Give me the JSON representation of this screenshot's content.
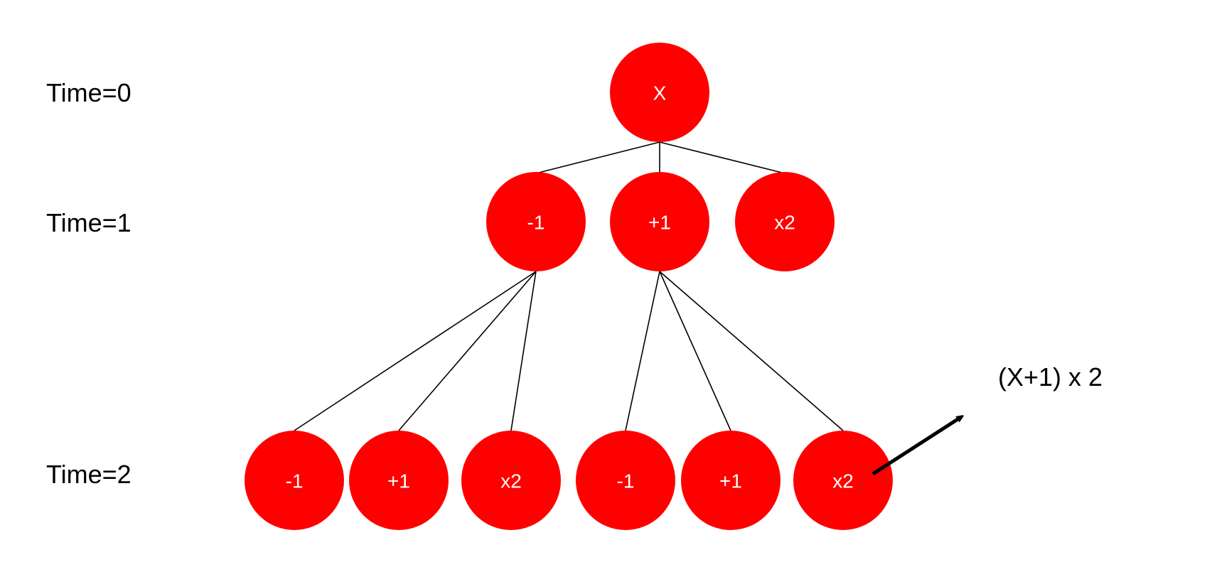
{
  "colors": {
    "node_fill": "#ff0000",
    "node_text": "#ffffff",
    "edge": "#000000",
    "background": "#ffffff"
  },
  "time_labels": [
    "Time=0",
    "Time=1",
    "Time=2"
  ],
  "root": {
    "label": "X"
  },
  "level1": [
    {
      "label": "-1"
    },
    {
      "label": "+1"
    },
    {
      "label": "x2"
    }
  ],
  "level2_from_minus1": [
    {
      "label": "-1"
    },
    {
      "label": "+1"
    },
    {
      "label": "x2"
    }
  ],
  "level2_from_plus1": [
    {
      "label": "-1"
    },
    {
      "label": "+1"
    },
    {
      "label": "x2"
    }
  ],
  "annotation": {
    "text": "(X+1) x 2"
  }
}
